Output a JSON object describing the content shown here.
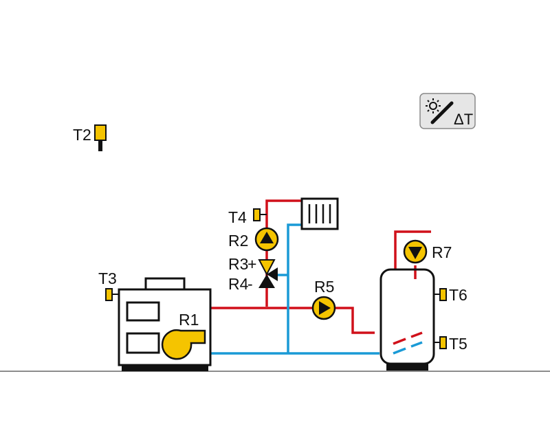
{
  "colors": {
    "hot_pipe": "#d0101a",
    "cold_pipe": "#1a9ad6",
    "component_fill": "#f5c400",
    "outline": "#111111",
    "badge_bg": "#e6e6e6"
  },
  "badge": {
    "icon": "solar-delta-t-icon",
    "text": "ΔT"
  },
  "sensors": {
    "t2": "T2",
    "t3": "T3",
    "t4": "T4",
    "t5": "T5",
    "t6": "T6"
  },
  "outputs": {
    "r1": "R1",
    "r2": "R2",
    "r3": "R3",
    "r4": "R4",
    "r5": "R5",
    "r7": "R7"
  },
  "mixer_signs": {
    "plus": "+",
    "minus": "-"
  }
}
